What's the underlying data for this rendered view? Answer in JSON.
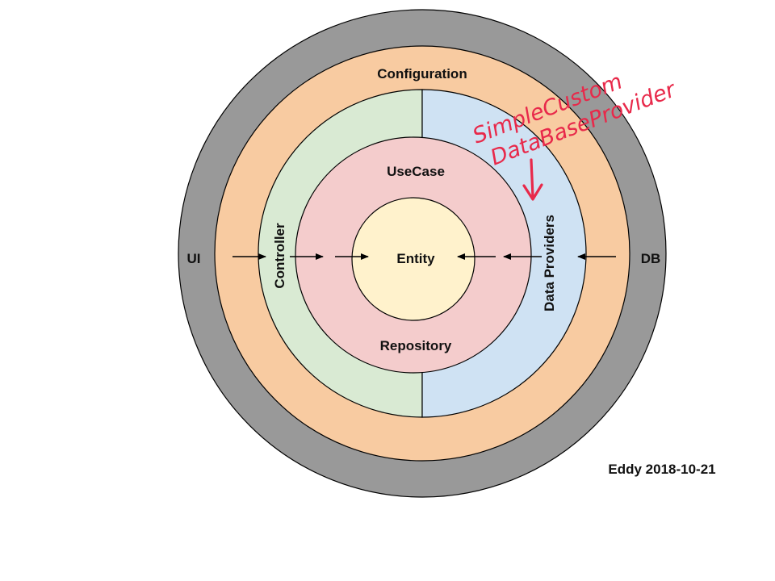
{
  "labels": {
    "configuration": "Configuration",
    "usecase": "UseCase",
    "entity": "Entity",
    "repository": "Repository",
    "controller": "Controller",
    "data_providers": "Data Providers",
    "ui": "UI",
    "db": "DB",
    "author_date": "Eddy 2018-10-21"
  },
  "annotation": {
    "line1": "SimpleCustom",
    "line2": "DataBaseProvider"
  },
  "colors": {
    "outer_ring": "#999999",
    "configuration_ring": "#f8cba1",
    "controller_half": "#d9ead3",
    "data_providers_half": "#cfe2f3",
    "usecase_ring": "#f4cccc",
    "entity_core": "#fff2cc",
    "annotation_ink": "#e8294a"
  }
}
